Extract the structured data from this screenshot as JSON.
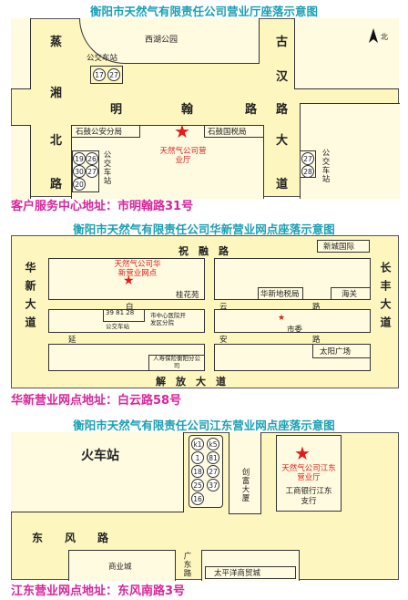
{
  "map1": {
    "title": "衡阳市天然气有限责任公司营业厅座落示意图",
    "road_zheng": "蒸",
    "road_xiang": "湘",
    "road_bei": "北",
    "road_lu": "路",
    "road_gu": "古",
    "road_han": "汉",
    "road_han_lu": "路",
    "road_da": "大",
    "road_dao": "道",
    "road_ming": "明",
    "road_han2": "翰",
    "road_ming_lu": "路",
    "park": "西湖公园",
    "bus_stop_top": "公交车站",
    "bus_top_routes": [
      "17",
      "27"
    ],
    "police": "石鼓公安分局",
    "tax": "石鼓国税局",
    "office": "天然气公司营业厅",
    "bus_left_routes": [
      "19",
      "26",
      "30",
      "27",
      "20"
    ],
    "bus_left_label": "公交车站",
    "bus_right_routes": [
      "27",
      "28"
    ],
    "bus_right_label": "公交车站",
    "north": "北",
    "address": "客户服务中心地址：市明翰路31号"
  },
  "map2": {
    "title": "衡阳市天然气有限责任公司华新营业网点座落示意图",
    "road_zhurong": "祝　融　路",
    "road_huaxin": "华新大道",
    "road_changfeng": "长丰大道",
    "road_baiyun_bai": "白",
    "road_baiyun_yun": "云",
    "road_baiyun_lu": "路",
    "road_yanan_yan": "延",
    "road_yanan_an": "安",
    "road_yanan_lu": "路",
    "road_jiefang": "解　放　大　道",
    "office": "天然气公司华新营业网点",
    "guihuayuan": "桂花苑",
    "xinchengguoji": "新城国际",
    "huaxin_tax": "华新地税局",
    "customs": "海关",
    "bus_routes": "39 81 28",
    "bus_label": "公交车站",
    "hospital": "市中心医院开发区分院",
    "city_committee": "市委",
    "insurance": "人寿保险衡阳分公司",
    "sun_square": "太阳广场",
    "address": "华新营业网点地址：白云路58号"
  },
  "map3": {
    "title": "衡阳市天然气有限责任公司江东营业网点座落示意图",
    "station": "火车站",
    "routes": [
      "k1",
      "k5",
      "1",
      "81",
      "18",
      "27",
      "25",
      "37",
      "16"
    ],
    "chuangfu": "创富大厦",
    "office": "天然气公司江东营业厅",
    "icbc": "工商银行江东支行",
    "road_dongfeng": "东　　风　　路",
    "mall": "商业城",
    "guangdong_road": "广东路",
    "taipingyang": "太平洋商贸城",
    "address": "江东营业网点地址：东风南路3号"
  }
}
